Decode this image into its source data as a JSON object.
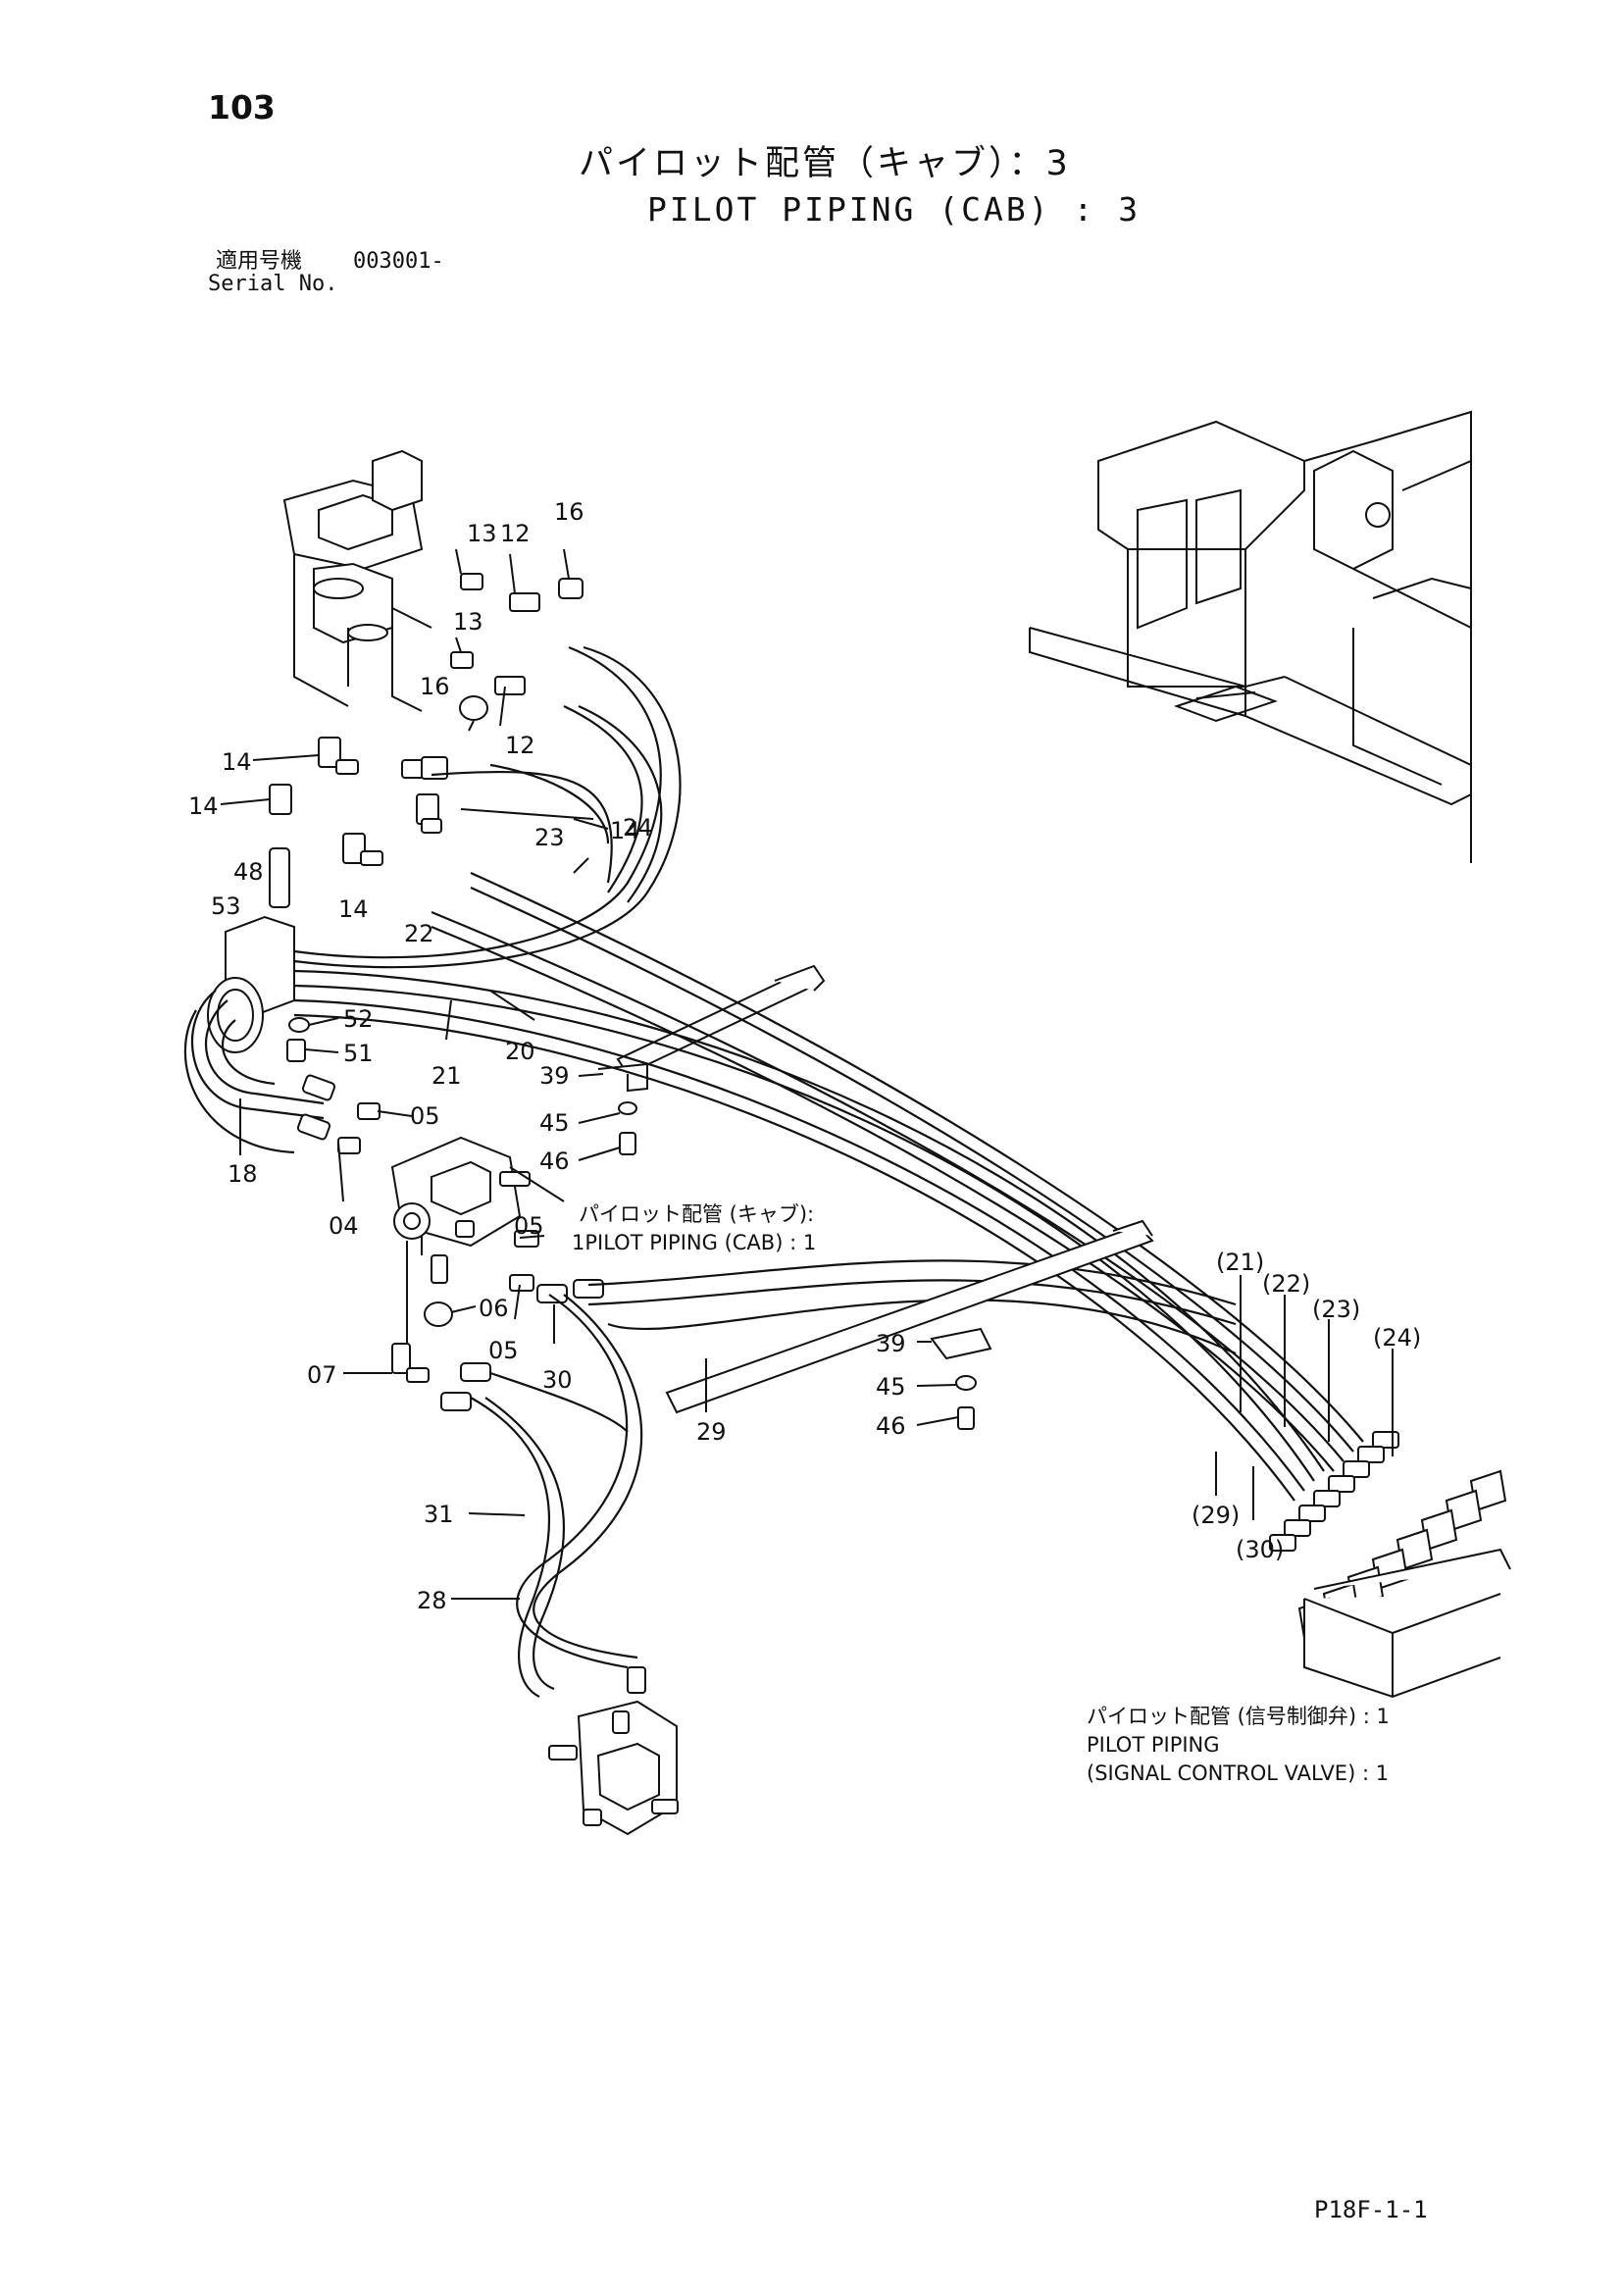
{
  "header": {
    "page_number": "103",
    "title_jp": "パイロット配管（キャブ）：3",
    "title_en": "PILOT PIPING (CAB) : 3",
    "serial_jp_label": "適用号機",
    "serial_value": "003001-",
    "serial_en_label": "Serial No."
  },
  "callouts": [
    {
      "id": "c1",
      "text": "13"
    },
    {
      "id": "c2",
      "text": "12"
    },
    {
      "id": "c3",
      "text": "16"
    },
    {
      "id": "c4",
      "text": "13"
    },
    {
      "id": "c5",
      "text": "16"
    },
    {
      "id": "c6",
      "text": "12"
    },
    {
      "id": "c7",
      "text": "14"
    },
    {
      "id": "c8",
      "text": "14"
    },
    {
      "id": "c9",
      "text": "14"
    },
    {
      "id": "c10",
      "text": "24"
    },
    {
      "id": "c11",
      "text": "23"
    },
    {
      "id": "c12",
      "text": "14"
    },
    {
      "id": "c13",
      "text": "22"
    },
    {
      "id": "c14",
      "text": "48"
    },
    {
      "id": "c15",
      "text": "53"
    },
    {
      "id": "c16",
      "text": "52"
    },
    {
      "id": "c17",
      "text": "51"
    },
    {
      "id": "c18",
      "text": "21"
    },
    {
      "id": "c19",
      "text": "20"
    },
    {
      "id": "c20",
      "text": "39"
    },
    {
      "id": "c21",
      "text": "45"
    },
    {
      "id": "c22",
      "text": "46"
    },
    {
      "id": "c23",
      "text": "05"
    },
    {
      "id": "c24",
      "text": "18"
    },
    {
      "id": "c25",
      "text": "04"
    },
    {
      "id": "c26",
      "text": "05"
    },
    {
      "id": "c27",
      "text": "06"
    },
    {
      "id": "c28",
      "text": "05"
    },
    {
      "id": "c29",
      "text": "30"
    },
    {
      "id": "c30",
      "text": "07"
    },
    {
      "id": "c31",
      "text": "29"
    },
    {
      "id": "c32",
      "text": "39"
    },
    {
      "id": "c33",
      "text": "45"
    },
    {
      "id": "c34",
      "text": "46"
    },
    {
      "id": "c35",
      "text": "(21)"
    },
    {
      "id": "c36",
      "text": "(22)"
    },
    {
      "id": "c37",
      "text": "(23)"
    },
    {
      "id": "c38",
      "text": "(24)"
    },
    {
      "id": "c39",
      "text": "(29)"
    },
    {
      "id": "c40",
      "text": "(30)"
    },
    {
      "id": "c41",
      "text": "31"
    },
    {
      "id": "c42",
      "text": "28"
    }
  ],
  "notes": {
    "cab_ref_jp": "パイロット配管 (キャブ):",
    "cab_ref_en": "1PILOT PIPING (CAB) : 1",
    "signal_ref_jp": "パイロット配管 (信号制御弁) : 1",
    "signal_ref_en_1": "PILOT PIPING",
    "signal_ref_en_2": "(SIGNAL CONTROL VALVE) : 1"
  },
  "footer": {
    "code": "P18F-1-1"
  }
}
